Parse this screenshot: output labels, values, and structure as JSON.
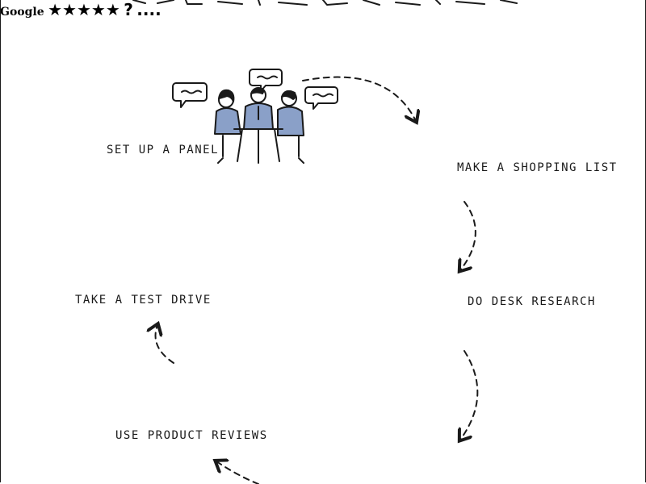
{
  "colors": {
    "ink": "#1a1a1a",
    "accent": "#8aa0c8",
    "accent_dark": "#5c74a8",
    "paper": "#ffffff"
  },
  "steps": [
    {
      "label": "Set up a panel",
      "icon": "panel-meeting-icon"
    },
    {
      "label": "Make a shopping list",
      "icon": "shopping-list-icon"
    },
    {
      "label": "Do desk research",
      "icon": "laptop-search-icon"
    },
    {
      "label": "Use product reviews",
      "icon": "thumbs-up-review-icon"
    },
    {
      "label": "Take a test drive",
      "icon": "car-icon"
    }
  ],
  "laptop": {
    "screen_text": "Google"
  },
  "conversation": {
    "question_mark": "?",
    "dots": "...."
  },
  "review": {
    "stars": "★★★★★"
  }
}
